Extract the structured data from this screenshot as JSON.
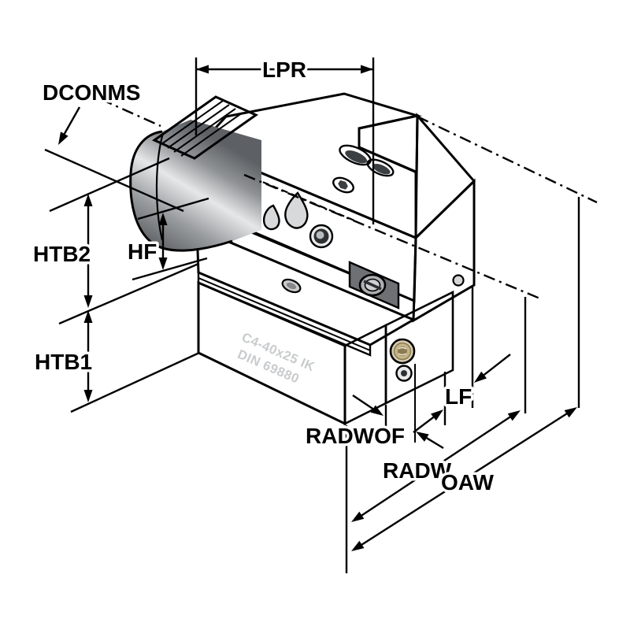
{
  "drawing": {
    "kind": "isometric technical dimension drawing of a tool holder block",
    "labels": {
      "dconms": "DCONMS",
      "lpr": "LPR",
      "htb2": "HTB2",
      "hf": "HF",
      "htb1": "HTB1",
      "radwof": "RADWOF",
      "lf": "LF",
      "radw": "RADW",
      "oaw": "OAW"
    },
    "engraving": {
      "line1": "C4-40x25 IK",
      "line2": "DIN 69880"
    },
    "colors": {
      "background": "#ffffff",
      "outline": "#000000",
      "face_top": "#b5b7ba",
      "face_shelf": "#aeb1b4",
      "face_chamfer": "#a9acb0",
      "face_front": "#a8aaae",
      "face_right": "#9b9ea2",
      "slot_band": "#c9cbcd",
      "screw_notch": "#6e7174",
      "rail_top": "#7e8184",
      "rail_strip": "#97999d",
      "lower_front": "#94969a",
      "lower_chamfer": "#898c90",
      "lower_right": "#a5a7ab",
      "serration": "#9a9da1",
      "engraving_text": "#c9cbcd",
      "coolant_outer": "#d9ceb4",
      "coolant_ring": "#c4b488",
      "coolant_core": "#8a7b52",
      "hole_dark": "#3c3f42",
      "hole_rim": "#ebecec"
    }
  }
}
